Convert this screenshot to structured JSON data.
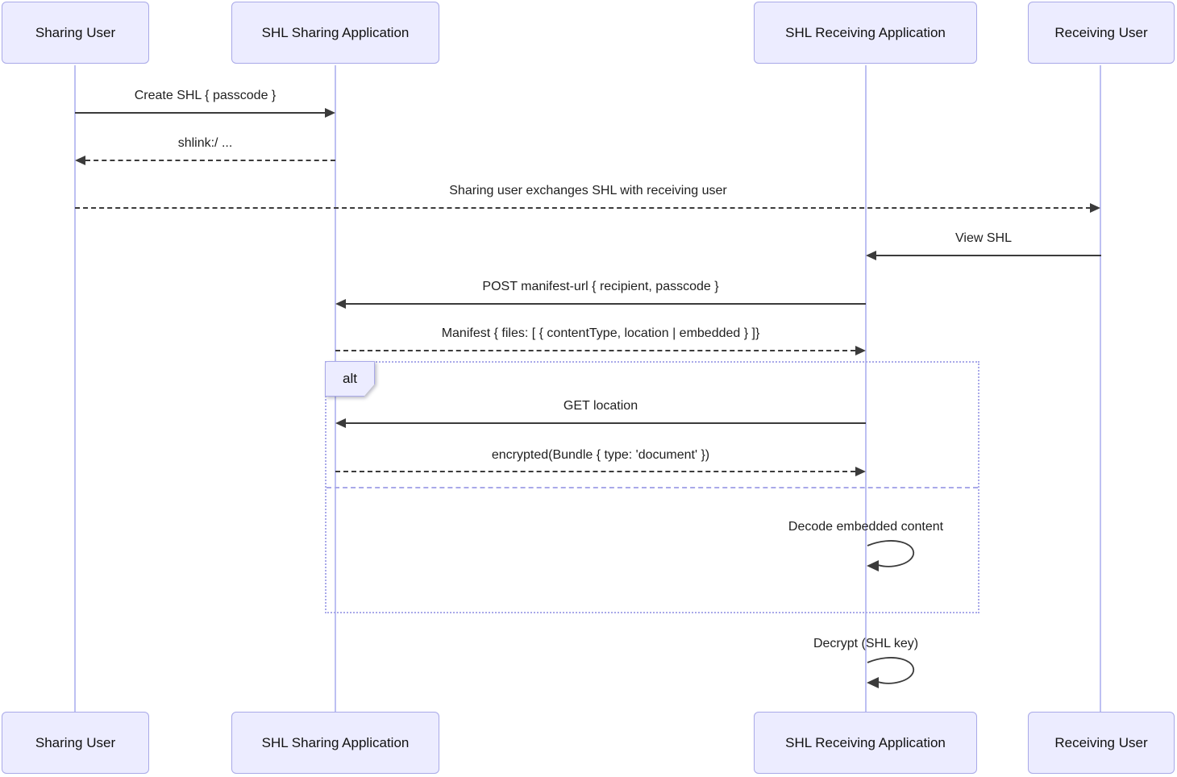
{
  "diagram_type": "sequence",
  "actors": [
    {
      "label": "Sharing User"
    },
    {
      "label": "SHL Sharing Application"
    },
    {
      "label": "SHL Receiving Application"
    },
    {
      "label": "Receiving User"
    }
  ],
  "alt": {
    "label": "alt"
  },
  "messages": [
    {
      "text": "Create SHL { passcode }",
      "from": "Sharing User",
      "to": "SHL Sharing Application",
      "line": "solid"
    },
    {
      "text": "shlink:/ ...",
      "from": "SHL Sharing Application",
      "to": "Sharing User",
      "line": "dashed"
    },
    {
      "text": "Sharing user exchanges SHL with receiving user",
      "from": "Sharing User",
      "to": "Receiving User",
      "line": "dashed"
    },
    {
      "text": "View SHL",
      "from": "Receiving User",
      "to": "SHL Receiving Application",
      "line": "solid"
    },
    {
      "text": "POST manifest-url { recipient, passcode }",
      "from": "SHL Receiving Application",
      "to": "SHL Sharing Application",
      "line": "solid"
    },
    {
      "text": "Manifest { files: [ { contentType, location | embedded } ]}",
      "from": "SHL Sharing Application",
      "to": "SHL Receiving Application",
      "line": "dashed"
    },
    {
      "text": "GET location",
      "from": "SHL Receiving Application",
      "to": "SHL Sharing Application",
      "line": "solid",
      "group": "alt-section-1"
    },
    {
      "text": "encrypted(Bundle { type: 'document' })",
      "from": "SHL Sharing Application",
      "to": "SHL Receiving Application",
      "line": "dashed",
      "group": "alt-section-1"
    },
    {
      "text": "Decode embedded content",
      "from": "SHL Receiving Application",
      "to": "SHL Receiving Application",
      "line": "solid",
      "self": true,
      "group": "alt-section-2"
    },
    {
      "text": "Decrypt (SHL key)",
      "from": "SHL Receiving Application",
      "to": "SHL Receiving Application",
      "line": "solid",
      "self": true
    }
  ],
  "colors": {
    "background": "#FFFFFF",
    "actor_fill": "#ECECFF",
    "actor_border": "#A9A9E8",
    "lifeline": "#BDC0F2",
    "frame_border": "#A9A9E9",
    "message_line": "#3B3B3B",
    "text": "#1F1F1F"
  }
}
